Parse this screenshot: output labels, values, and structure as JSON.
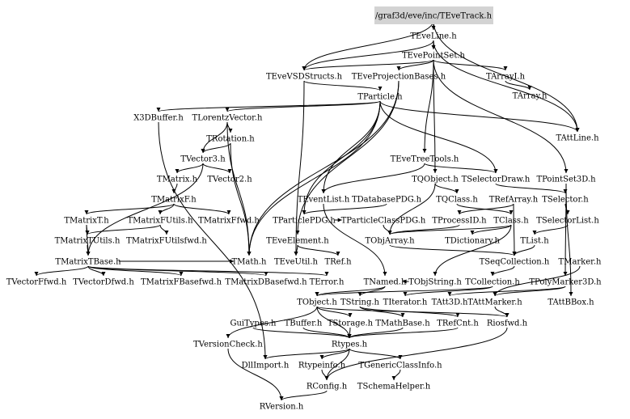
{
  "diagram": {
    "title": "/graf3d/eve/inc/TEveTrack.h",
    "root": "/graf3d/eve/inc/TEveTrack.h",
    "colors": {
      "root_fill": "#d3d3d3",
      "edge": "#000000",
      "text": "#000000",
      "background": "#ffffff"
    },
    "nodes": [
      {
        "id": "TEveTrack",
        "label": "/graf3d/eve/inc/TEveTrack.h"
      },
      {
        "id": "TEveLine",
        "label": "TEveLine.h"
      },
      {
        "id": "TEvePointSet",
        "label": "TEvePointSet.h"
      },
      {
        "id": "TEveVSDStructs",
        "label": "TEveVSDStructs.h"
      },
      {
        "id": "TEveProjectionBases",
        "label": "TEveProjectionBases.h"
      },
      {
        "id": "TArrayI",
        "label": "TArrayI.h"
      },
      {
        "id": "TArray",
        "label": "TArray.h"
      },
      {
        "id": "TParticle",
        "label": "TParticle.h"
      },
      {
        "id": "X3DBuffer",
        "label": "X3DBuffer.h"
      },
      {
        "id": "TLorentzVector",
        "label": "TLorentzVector.h"
      },
      {
        "id": "TRotation",
        "label": "TRotation.h"
      },
      {
        "id": "TVector3",
        "label": "TVector3.h"
      },
      {
        "id": "TMatrix",
        "label": "TMatrix.h"
      },
      {
        "id": "TVector2",
        "label": "TVector2.h"
      },
      {
        "id": "TMatrixF",
        "label": "TMatrixF.h"
      },
      {
        "id": "TMatrixT",
        "label": "TMatrixT.h"
      },
      {
        "id": "TMatrixFUtils",
        "label": "TMatrixFUtils.h"
      },
      {
        "id": "TMatrixFfwd",
        "label": "TMatrixFfwd.h"
      },
      {
        "id": "TMatrixTUtils",
        "label": "TMatrixTUtils.h"
      },
      {
        "id": "TMatrixFUtilsfwd",
        "label": "TMatrixFUtilsfwd.h"
      },
      {
        "id": "TMatrixTBase",
        "label": "TMatrixTBase.h"
      },
      {
        "id": "TVectorFfwd",
        "label": "TVectorFfwd.h"
      },
      {
        "id": "TVectorDfwd",
        "label": "TVectorDfwd.h"
      },
      {
        "id": "TMatrixFBasefwd",
        "label": "TMatrixFBasefwd.h"
      },
      {
        "id": "TMatrixDBasefwd",
        "label": "TMatrixDBasefwd.h"
      },
      {
        "id": "TAttLine",
        "label": "TAttLine.h"
      },
      {
        "id": "TEveTreeTools",
        "label": "TEveTreeTools.h"
      },
      {
        "id": "TQObject",
        "label": "TQObject.h"
      },
      {
        "id": "TSelectorDraw",
        "label": "TSelectorDraw.h"
      },
      {
        "id": "TPointSet3D",
        "label": "TPointSet3D.h"
      },
      {
        "id": "TEventList",
        "label": "TEventList.h"
      },
      {
        "id": "TDatabasePDG",
        "label": "TDatabasePDG.h"
      },
      {
        "id": "TQClass",
        "label": "TQClass.h"
      },
      {
        "id": "TRefArray",
        "label": "TRefArray.h"
      },
      {
        "id": "TSelector",
        "label": "TSelector.h"
      },
      {
        "id": "TParticlePDG",
        "label": "TParticlePDG.h"
      },
      {
        "id": "TParticleClassPDG",
        "label": "TParticleClassPDG.h"
      },
      {
        "id": "TProcessID",
        "label": "TProcessID.h"
      },
      {
        "id": "TClass",
        "label": "TClass.h"
      },
      {
        "id": "TSelectorList",
        "label": "TSelectorList.h"
      },
      {
        "id": "TObjArray",
        "label": "TObjArray.h"
      },
      {
        "id": "TDictionary",
        "label": "TDictionary.h"
      },
      {
        "id": "TList",
        "label": "TList.h"
      },
      {
        "id": "TEveElement",
        "label": "TEveElement.h"
      },
      {
        "id": "TMath",
        "label": "TMath.h"
      },
      {
        "id": "TEveUtil",
        "label": "TEveUtil.h"
      },
      {
        "id": "TRef",
        "label": "TRef.h"
      },
      {
        "id": "TSeqCollection",
        "label": "TSeqCollection.h"
      },
      {
        "id": "TMarker",
        "label": "TMarker.h"
      },
      {
        "id": "TError",
        "label": "TError.h"
      },
      {
        "id": "TNamed",
        "label": "TNamed.h"
      },
      {
        "id": "TObjString",
        "label": "TObjString.h"
      },
      {
        "id": "TCollection",
        "label": "TCollection.h"
      },
      {
        "id": "TPolyMarker3D",
        "label": "TPolyMarker3D.h"
      },
      {
        "id": "TObject",
        "label": "TObject.h"
      },
      {
        "id": "TString",
        "label": "TString.h"
      },
      {
        "id": "TIterator",
        "label": "TIterator.h"
      },
      {
        "id": "TAtt3D",
        "label": "TAtt3D.h"
      },
      {
        "id": "TAttMarker",
        "label": "TAttMarker.h"
      },
      {
        "id": "TAttBBox",
        "label": "TAttBBox.h"
      },
      {
        "id": "GuiTypes",
        "label": "GuiTypes.h"
      },
      {
        "id": "TBuffer",
        "label": "TBuffer.h"
      },
      {
        "id": "TStorage",
        "label": "TStorage.h"
      },
      {
        "id": "TMathBase",
        "label": "TMathBase.h"
      },
      {
        "id": "TRefCnt",
        "label": "TRefCnt.h"
      },
      {
        "id": "Riosfwd",
        "label": "Riosfwd.h"
      },
      {
        "id": "TVersionCheck",
        "label": "TVersionCheck.h"
      },
      {
        "id": "Rtypes",
        "label": "Rtypes.h"
      },
      {
        "id": "DllImport",
        "label": "DllImport.h"
      },
      {
        "id": "Rtypeinfo",
        "label": "Rtypeinfo.h"
      },
      {
        "id": "TGenericClassInfo",
        "label": "TGenericClassInfo.h"
      },
      {
        "id": "RConfig",
        "label": "RConfig.h"
      },
      {
        "id": "TSchemaHelper",
        "label": "TSchemaHelper.h"
      },
      {
        "id": "RVersion",
        "label": "RVersion.h"
      }
    ],
    "edges": [
      [
        "TEveTrack",
        "TEveLine"
      ],
      [
        "TEveTrack",
        "TEveVSDStructs"
      ],
      [
        "TEveTrack",
        "TAttLine"
      ],
      [
        "TEveLine",
        "TEvePointSet"
      ],
      [
        "TEveLine",
        "TEveVSDStructs"
      ],
      [
        "TEveLine",
        "TAttLine"
      ],
      [
        "TEvePointSet",
        "TEveProjectionBases"
      ],
      [
        "TEvePointSet",
        "TArrayI"
      ],
      [
        "TEvePointSet",
        "TEveVSDStructs"
      ],
      [
        "TEvePointSet",
        "TEveTreeTools"
      ],
      [
        "TEvePointSet",
        "TQObject"
      ],
      [
        "TEvePointSet",
        "TPointSet3D"
      ],
      [
        "TArrayI",
        "TArray"
      ],
      [
        "TEveVSDStructs",
        "TParticle"
      ],
      [
        "TEveVSDStructs",
        "TEveUtil"
      ],
      [
        "TEveProjectionBases",
        "TEveElement"
      ],
      [
        "TEveProjectionBases",
        "TMath"
      ],
      [
        "TParticle",
        "X3DBuffer"
      ],
      [
        "TParticle",
        "TLorentzVector"
      ],
      [
        "TParticle",
        "TAttLine"
      ],
      [
        "TParticle",
        "TParticlePDG"
      ],
      [
        "TParticle",
        "TEventList"
      ],
      [
        "TParticle",
        "TSelectorDraw"
      ],
      [
        "TParticle",
        "TMath"
      ],
      [
        "TLorentzVector",
        "TRotation"
      ],
      [
        "TLorentzVector",
        "TVector3"
      ],
      [
        "TLorentzVector",
        "TMath"
      ],
      [
        "TRotation",
        "TVector3"
      ],
      [
        "TRotation",
        "TMath"
      ],
      [
        "TVector3",
        "TMatrix"
      ],
      [
        "TVector3",
        "TVector2"
      ],
      [
        "TVector3",
        "TMatrixTBase"
      ],
      [
        "TMatrix",
        "TMatrixF"
      ],
      [
        "TMatrixF",
        "TMatrixT"
      ],
      [
        "TMatrixF",
        "TMatrixFUtils"
      ],
      [
        "TMatrixF",
        "TMatrixFfwd"
      ],
      [
        "TMatrixT",
        "TMatrixTUtils"
      ],
      [
        "TMatrixT",
        "TMatrixTBase"
      ],
      [
        "TMatrixFUtils",
        "TMatrixTUtils"
      ],
      [
        "TMatrixFUtils",
        "TMatrixFUtilsfwd"
      ],
      [
        "TMatrixTUtils",
        "TMatrixTBase"
      ],
      [
        "TMatrixTBase",
        "TVectorFfwd"
      ],
      [
        "TMatrixTBase",
        "TVectorDfwd"
      ],
      [
        "TMatrixTBase",
        "TMatrixFBasefwd"
      ],
      [
        "TMatrixTBase",
        "TMatrixDBasefwd"
      ],
      [
        "TMatrixTBase",
        "TMath"
      ],
      [
        "TMatrixTBase",
        "TError"
      ],
      [
        "TEveTreeTools",
        "TSelectorDraw"
      ],
      [
        "TEveTreeTools",
        "TEventList"
      ],
      [
        "TQObject",
        "TQClass"
      ],
      [
        "TQObject",
        "TObjArray"
      ],
      [
        "TSelectorDraw",
        "TSelector"
      ],
      [
        "TPointSet3D",
        "TPolyMarker3D"
      ],
      [
        "TPointSet3D",
        "TAttBBox"
      ],
      [
        "TEventList",
        "TNamed"
      ],
      [
        "TDatabasePDG",
        "TParticlePDG"
      ],
      [
        "TQClass",
        "TClass"
      ],
      [
        "TRefArray",
        "TSeqCollection"
      ],
      [
        "TRefArray",
        "TProcessID"
      ],
      [
        "TSelector",
        "TSelectorList"
      ],
      [
        "TSelectorList",
        "TList"
      ],
      [
        "TParticlePDG",
        "TParticleClassPDG"
      ],
      [
        "TParticleClassPDG",
        "TObjArray"
      ],
      [
        "TProcessID",
        "TObjArray"
      ],
      [
        "TClass",
        "TDictionary"
      ],
      [
        "TClass",
        "TObjArray"
      ],
      [
        "TClass",
        "TObjString"
      ],
      [
        "TList",
        "TSeqCollection"
      ],
      [
        "TObjArray",
        "TSeqCollection"
      ],
      [
        "TEveElement",
        "TEveUtil"
      ],
      [
        "TEveElement",
        "TRef"
      ],
      [
        "TSeqCollection",
        "TCollection"
      ],
      [
        "TMarker",
        "TAttMarker"
      ],
      [
        "TCollection",
        "TObject"
      ],
      [
        "TCollection",
        "TIterator"
      ],
      [
        "TPolyMarker3D",
        "TAtt3D"
      ],
      [
        "TPolyMarker3D",
        "TAttMarker"
      ],
      [
        "TNamed",
        "TString"
      ],
      [
        "TNamed",
        "TObject"
      ],
      [
        "TObjString",
        "TNamed"
      ],
      [
        "TObject",
        "Rtypes"
      ],
      [
        "TObject",
        "TStorage"
      ],
      [
        "TObject",
        "TVersionCheck"
      ],
      [
        "TObject",
        "Riosfwd"
      ],
      [
        "TString",
        "TMathBase"
      ],
      [
        "TString",
        "TRefCnt"
      ],
      [
        "TBuffer",
        "Rtypes"
      ],
      [
        "TStorage",
        "Rtypes"
      ],
      [
        "TMathBase",
        "Rtypes"
      ],
      [
        "TRefCnt",
        "Rtypes"
      ],
      [
        "TAttMarker",
        "Riosfwd"
      ],
      [
        "GuiTypes",
        "Rtypes"
      ],
      [
        "TVersionCheck",
        "RVersion"
      ],
      [
        "Rtypes",
        "DllImport"
      ],
      [
        "Rtypes",
        "Rtypeinfo"
      ],
      [
        "Rtypes",
        "TGenericClassInfo"
      ],
      [
        "Rtypes",
        "RConfig"
      ],
      [
        "Rtypeinfo",
        "RConfig"
      ],
      [
        "TGenericClassInfo",
        "TSchemaHelper"
      ],
      [
        "Riosfwd",
        "RConfig"
      ],
      [
        "RConfig",
        "RVersion"
      ],
      [
        "X3DBuffer",
        "DllImport"
      ]
    ]
  }
}
